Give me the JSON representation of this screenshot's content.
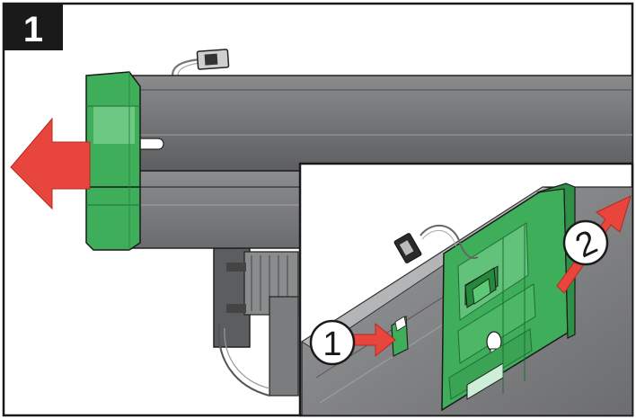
{
  "step": {
    "number": "1"
  },
  "callouts": [
    {
      "label": "1"
    },
    {
      "label": "2"
    }
  ],
  "colors": {
    "accent_green": "#3fae5a",
    "arrow_red": "#e8453c",
    "rail_gray": "#6e6f71",
    "frame": "#1a1a1a"
  }
}
